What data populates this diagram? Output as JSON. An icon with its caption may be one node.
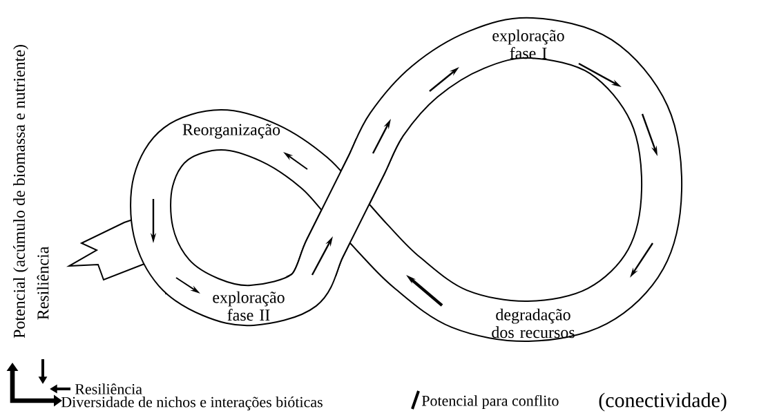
{
  "diagram": {
    "labels": [
      "exploração fase I",
      "Reorganização",
      "exploração fase II",
      "degradação dos recursos",
      "Potencial (acúmulo de biomassa e nutriente)",
      "Resiliência",
      "Resiliência",
      "Diversidade de nichos e interações bióticas",
      "Potencial para conflito",
      "(conectividade)"
    ]
  }
}
